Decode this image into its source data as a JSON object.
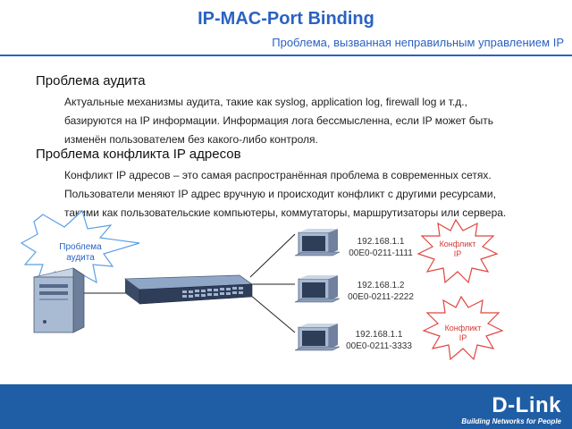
{
  "header": {
    "title": "IP-MAC-Port Binding",
    "subtitle": "Проблема, вызванная неправильным управлением IP"
  },
  "sections": [
    {
      "heading": "Проблема аудита",
      "lines": [
        "Актуальные механизмы аудита, такие как syslog, application log, firewall log и т.д.,",
        "базируются на IP информации. Информация лога бессмысленна, если IP может быть",
        "изменён пользователем без какого-либо контроля."
      ]
    },
    {
      "heading": "Проблема конфликта IP адресов",
      "lines": [
        "Конфликт IP адресов – это самая распространённая проблема в современных сетях.",
        "Пользователи меняют IP адрес вручную и происходит конфликт с другими ресурсами,",
        "такими как пользовательские компьютеры, коммутаторы, маршрутизаторы или сервера."
      ]
    }
  ],
  "diagram": {
    "audit_burst": [
      "Проблема",
      "аудита"
    ],
    "conflict_burst_1": [
      "Конфликт",
      "IP"
    ],
    "conflict_burst_2": [
      "Конфликт",
      "IP"
    ],
    "hosts": [
      {
        "ip": "192.168.1.1",
        "mac": "00E0-0211-1111"
      },
      {
        "ip": "192.168.1.2",
        "mac": "00E0-0211-2222"
      },
      {
        "ip": "192.168.1.1",
        "mac": "00E0-0211-3333"
      }
    ]
  },
  "footer": {
    "brand": "D-Link",
    "tagline": "Building Networks for People"
  },
  "colors": {
    "accent": "#2a62c3",
    "footer_bg": "#1f5ea4",
    "burst_stroke_audit": "#5aa0e8",
    "burst_stroke_conflict": "#e0463f"
  }
}
